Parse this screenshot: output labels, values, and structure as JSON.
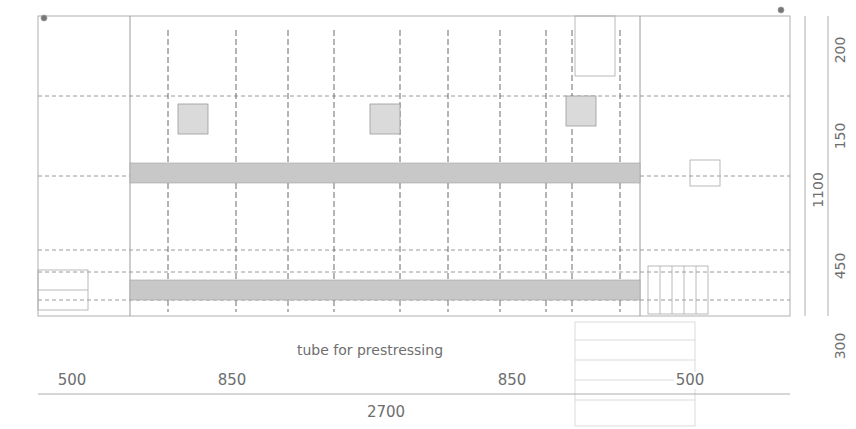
{
  "diagram": {
    "labels": [
      "tube for prestressing",
      "500",
      "850",
      "850",
      "500",
      "2700",
      "200",
      "150",
      "450",
      "300",
      "1100"
    ]
  }
}
